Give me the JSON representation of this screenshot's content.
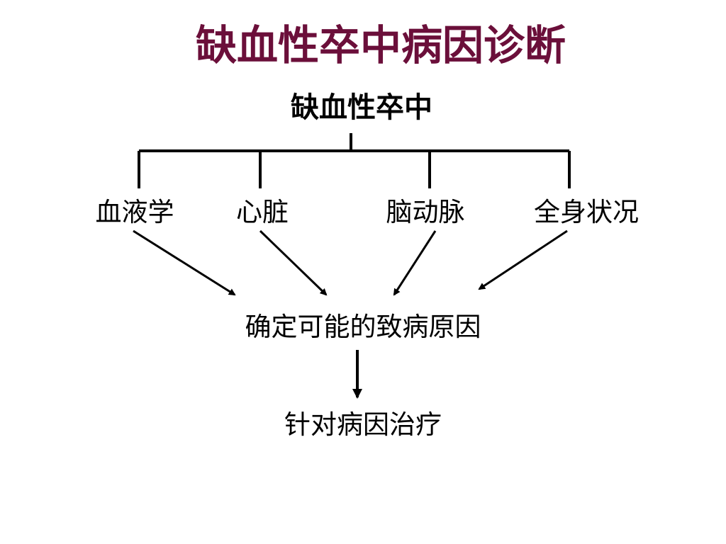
{
  "title": "缺血性卒中病因诊断",
  "root": "缺血性卒中",
  "factors": [
    "血液学",
    "心脏",
    "脑动脉",
    "全身状况"
  ],
  "cause": "确定可能的致病原因",
  "treatment": "针对病因治疗",
  "colors": {
    "title": "#6b0f3a",
    "line": "#000000",
    "background": "#ffffff"
  }
}
